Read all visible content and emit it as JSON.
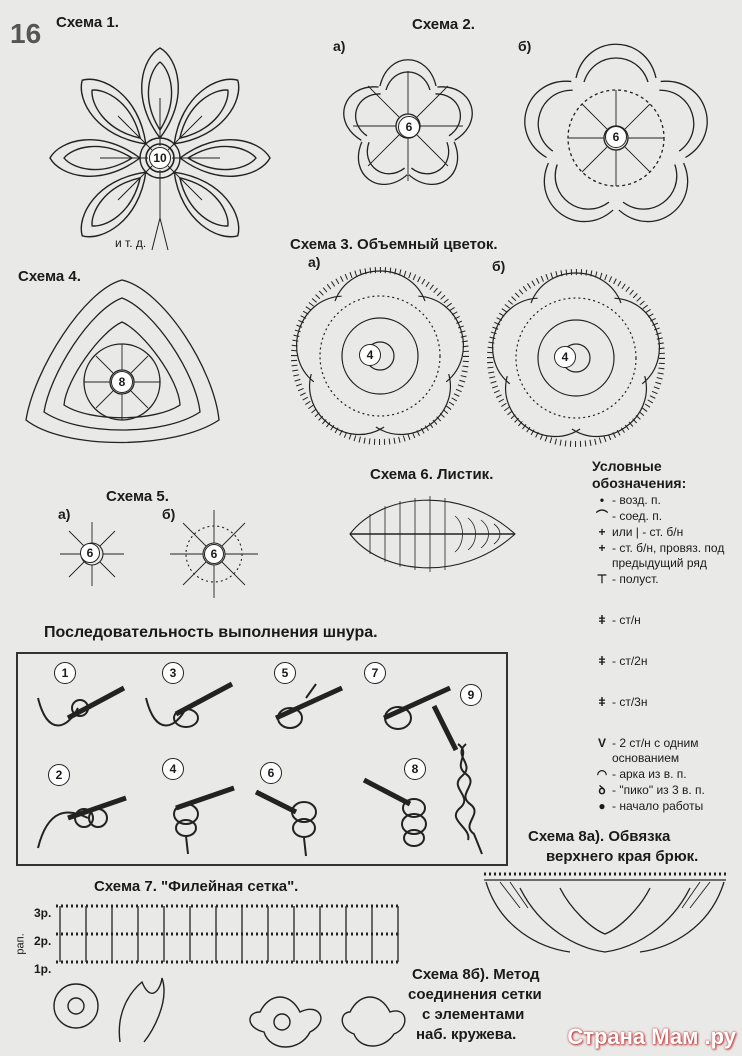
{
  "page_number": "16",
  "titles": {
    "s1": "Схема 1.",
    "s1_note": "и т. д.",
    "s2": "Схема 2.",
    "s2a": "а)",
    "s2b": "б)",
    "s3": "Схема 3. Объемный цветок.",
    "s3a": "а)",
    "s3b": "б)",
    "s4": "Схема 4.",
    "s5": "Схема 5.",
    "s5a": "а)",
    "s5b": "б)",
    "s6": "Схема 6. Листик.",
    "cord": "Последовательность выполнения шнура.",
    "s7": "Схема 7. \"Филейная сетка\".",
    "s8a_l1": "Схема 8а). Обвязка",
    "s8a_l2": "верхнего края брюк.",
    "s8b_l1": "Схема 8б). Метод",
    "s8b_l2": "соединения сетки",
    "s8b_l3": "с элементами",
    "s8b_l4": "наб. кружева."
  },
  "motif_numbers": {
    "s1_center": "10",
    "s2_center": "6",
    "s3_center": "4",
    "s4_center": "8",
    "s5_center": "6"
  },
  "legend": {
    "title_l1": "Условные",
    "title_l2": "обозначения:",
    "items": [
      {
        "sym": "•",
        "text": "- возд. п."
      },
      {
        "sym": "⌒",
        "text": "- соед. п."
      },
      {
        "sym": "+",
        "text": "или | - ст. б/н"
      },
      {
        "sym": "+",
        "text": "- ст. б/н, провяз. под предыдущий ряд"
      },
      {
        "sym": "⊤",
        "text": "- полуст."
      },
      {
        "sym": "ǂ",
        "text": "- ст/н"
      },
      {
        "sym": "ǂ",
        "text": "- ст/2н"
      },
      {
        "sym": "ǂ",
        "text": "- ст/3н"
      },
      {
        "sym": "V",
        "text": "- 2 ст/н с одним основанием"
      },
      {
        "sym": "◠",
        "text": "- арка из в. п."
      },
      {
        "sym": "ꝺ",
        "text": "- \"пико\" из 3 в. п."
      },
      {
        "sym": "●",
        "text": "- начало работы"
      }
    ]
  },
  "cord_steps": [
    "1",
    "2",
    "3",
    "4",
    "5",
    "6",
    "7",
    "8",
    "9"
  ],
  "s7_rows": {
    "r3": "3р.",
    "r2": "2р.",
    "r1": "1р.",
    "rap": "рап."
  },
  "watermark": "Страна Мам .ру"
}
